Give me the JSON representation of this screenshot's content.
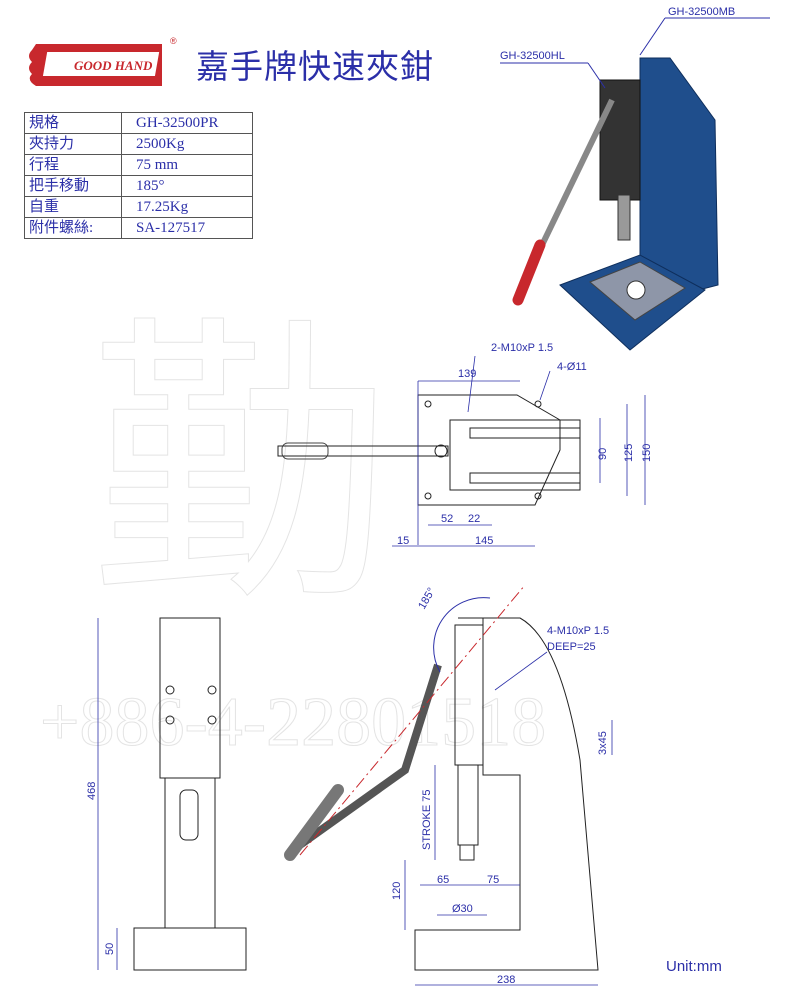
{
  "header": {
    "brand_logo_text": "GOOD HAND",
    "registered_mark": "®",
    "title": "嘉手牌快速夾鉗"
  },
  "spec_table": [
    {
      "label": "規格",
      "value": "GH-32500PR"
    },
    {
      "label": "夾持力",
      "value": "2500Kg"
    },
    {
      "label": "行程",
      "value": "75 mm"
    },
    {
      "label": "把手移動",
      "value": "185°"
    },
    {
      "label": "自重",
      "value": "17.25Kg"
    },
    {
      "label": "附件螺絲:",
      "value": "SA-127517"
    }
  ],
  "callouts": {
    "base_part": "GH-32500MB",
    "handle_part": "GH-32500HL"
  },
  "top_view": {
    "thread_note": "2-M10xP 1.5",
    "hole_note": "4-Ø11",
    "dims": {
      "d139": "139",
      "d90": "90",
      "d125": "125",
      "d150": "150",
      "d52": "52",
      "d22": "22",
      "d15": "15",
      "d145": "145"
    }
  },
  "front_view": {
    "dim_height": "468",
    "dim_base": "50"
  },
  "side_view": {
    "angle": "185°",
    "thread_note": "4-M10xP 1.5",
    "depth_note": "DEEP=25",
    "pitch_note": "3x45",
    "stroke": "STROKE 75",
    "dims": {
      "d120": "120",
      "d65": "65",
      "d75": "75",
      "d30": "Ø30",
      "d238": "238"
    }
  },
  "watermark": {
    "phone": "+886-4-22801518",
    "chars": "勤"
  },
  "unit": "Unit:mm",
  "colors": {
    "accent": "#2b2fa8",
    "body": "#1f4e8c",
    "handle": "#c8282d"
  }
}
